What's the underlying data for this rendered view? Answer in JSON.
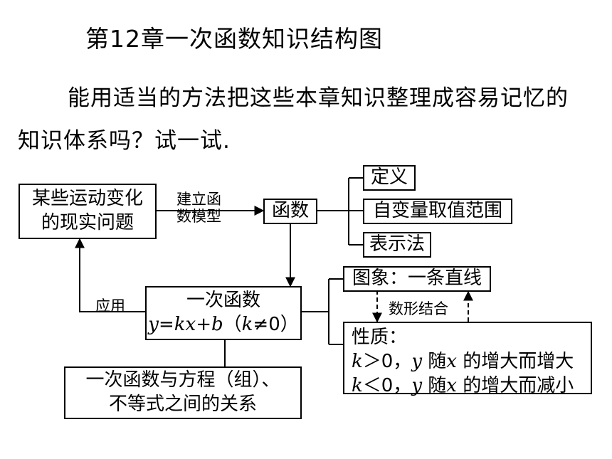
{
  "title": "第12章一次函数知识结构图",
  "intro": {
    "line1": "能用适当的方法把这些本章知识整理成容易记忆的",
    "line2": "知识体系吗？试一试."
  },
  "nodes": {
    "real_problems": {
      "line1": "某些运动变化",
      "line2": "的现实问题"
    },
    "function": "函数",
    "definition": "定义",
    "domain_range": "自变量取值范围",
    "representation": "表示法",
    "linear_function": {
      "line1": "一次函数",
      "formula_y": "y",
      "formula_eq": "=",
      "formula_k": "k",
      "formula_x": "x",
      "formula_plus": "+",
      "formula_b": "b",
      "formula_cond_open": "（",
      "formula_cond_k": "k",
      "formula_cond_rest": "≠0）"
    },
    "graph": "图象：一条直线",
    "properties": {
      "heading": "性质：",
      "row1": {
        "k": "k",
        "cmp": "＞0，",
        "y": "y",
        "mid": " 随",
        "x": "x",
        "tail": " 的增大而增大"
      },
      "row2": {
        "k": "k",
        "cmp": "＜0，",
        "y": "y",
        "mid": " 随",
        "x": "x",
        "tail": " 的增大而减小"
      }
    },
    "relations": {
      "line1": "一次函数与方程（组）、",
      "line2": "不等式之间的关系"
    }
  },
  "edge_labels": {
    "modeling_line1": "建立函",
    "modeling_line2": "数模型",
    "application": "应用",
    "number_shape": "数形结合"
  }
}
